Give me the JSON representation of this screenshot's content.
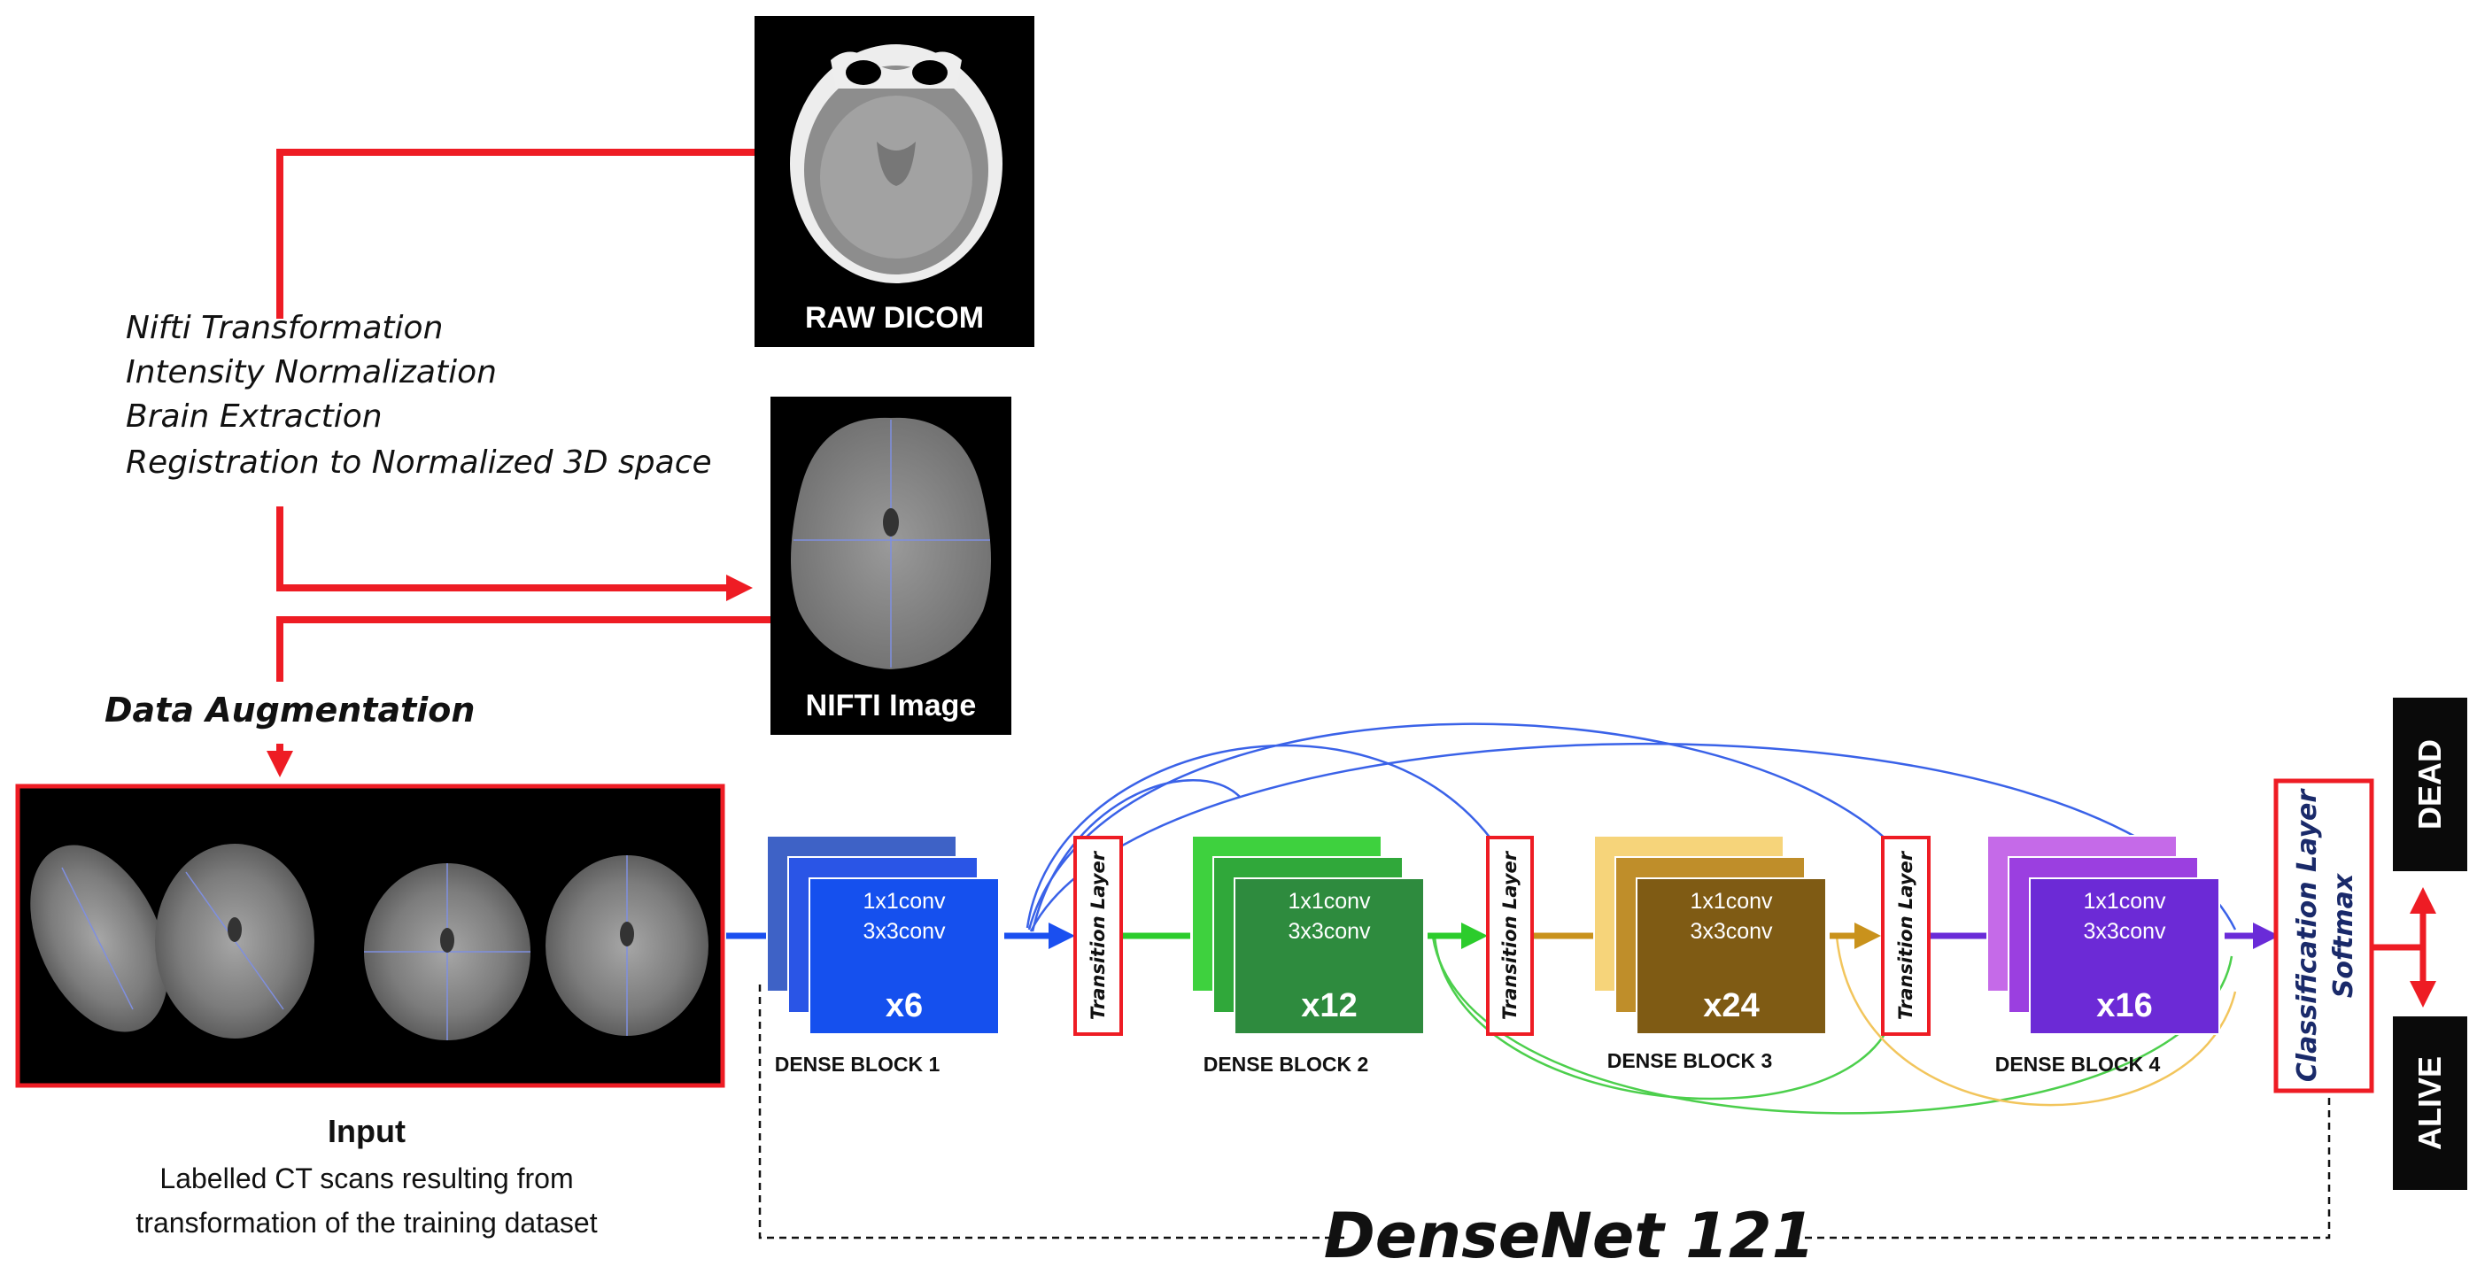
{
  "pipeline": {
    "raw_dicom_label": "RAW DICOM",
    "nifti_label": "NIFTI  Image",
    "steps": [
      "Nifti Transformation",
      "Intensity Normalization",
      "Brain Extraction",
      "Registration to Normalized 3D space"
    ],
    "augmentation_label": "Data Augmentation"
  },
  "input": {
    "title": "Input",
    "caption_line1": "Labelled CT scans resulting from",
    "caption_line2": "transformation of the training dataset"
  },
  "network": {
    "title": "DenseNet 121",
    "conv1": "1x1conv",
    "conv2": "3x3conv",
    "transition_label": "Transition Layer",
    "classification_line1": "Classification Layer",
    "classification_line2": "Softmax",
    "blocks": [
      {
        "label": "DENSE BLOCK 1",
        "count": "x6",
        "color": "#1550ee"
      },
      {
        "label": "DENSE BLOCK 2",
        "count": "x12",
        "color": "#2e8b3e"
      },
      {
        "label": "DENSE BLOCK 3",
        "count": "x24",
        "color": "#7f5b14"
      },
      {
        "label": "DENSE BLOCK 4",
        "count": "x16",
        "color": "#6c2ad6"
      }
    ]
  },
  "outputs": {
    "dead_label": "DEAD",
    "alive_label": "ALIVE"
  },
  "colors": {
    "pipeline_red": "#ee1c24",
    "blue_skip": "#3a62e8",
    "green_skip": "#4ccf4c",
    "gold_skip": "#f2c55c",
    "block1_arrow": "#1a4ff0",
    "block2_arrow": "#2ccc2c",
    "block3_arrow": "#c9921c",
    "block4_arrow": "#6a2bd8",
    "output_box": "#0a0a0a"
  }
}
